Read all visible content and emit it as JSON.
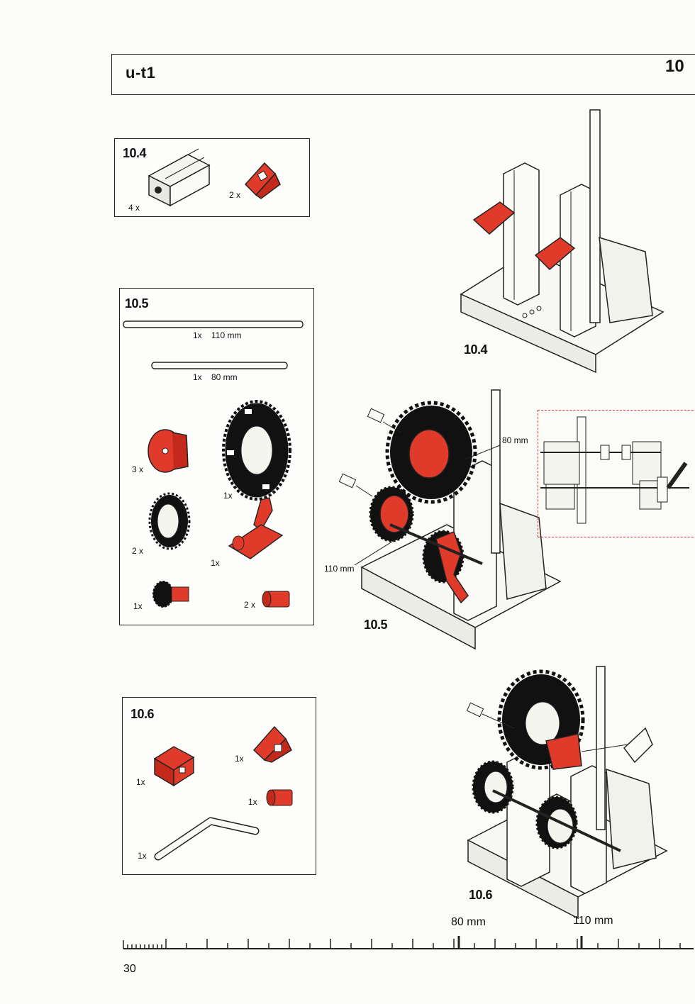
{
  "header": {
    "title": "u-t1",
    "number": "10"
  },
  "page_number": "30",
  "steps": {
    "s104": {
      "label": "10.4",
      "parts": [
        {
          "qty": "4 x",
          "icon": "building-block-icon"
        },
        {
          "qty": "2 x",
          "icon": "red-angle-block-icon"
        }
      ]
    },
    "s105": {
      "label": "10.5",
      "axle1": {
        "qty": "1x",
        "length": "110 mm"
      },
      "axle2": {
        "qty": "1x",
        "length": "80 mm"
      },
      "parts": [
        {
          "qty": "3 x",
          "icon": "red-hub-icon"
        },
        {
          "qty": "1x",
          "icon": "large-gear-icon"
        },
        {
          "qty": "2 x",
          "icon": "small-gear-icon"
        },
        {
          "qty": "1x",
          "icon": "red-crank-icon"
        },
        {
          "qty": "1x",
          "icon": "pinion-icon"
        },
        {
          "qty": "2 x",
          "icon": "red-collar-icon"
        }
      ]
    },
    "s106": {
      "label": "10.6",
      "parts": [
        {
          "qty": "1x",
          "icon": "red-block-icon"
        },
        {
          "qty": "1x",
          "icon": "red-angle-block-icon"
        },
        {
          "qty": "1x",
          "icon": "red-collar-icon"
        },
        {
          "qty": "1x",
          "icon": "bent-axle-icon"
        }
      ]
    }
  },
  "assembly": {
    "a104": {
      "label": "10.4"
    },
    "a105": {
      "label": "10.5",
      "dim_80": "80 mm",
      "dim_110": "110 mm"
    },
    "a106": {
      "label": "10.6"
    }
  },
  "ruler": {
    "label_80": "80 mm",
    "label_110": "110 mm"
  },
  "colors": {
    "red": "#e03a2a",
    "black": "#111111",
    "line": "#222222"
  }
}
